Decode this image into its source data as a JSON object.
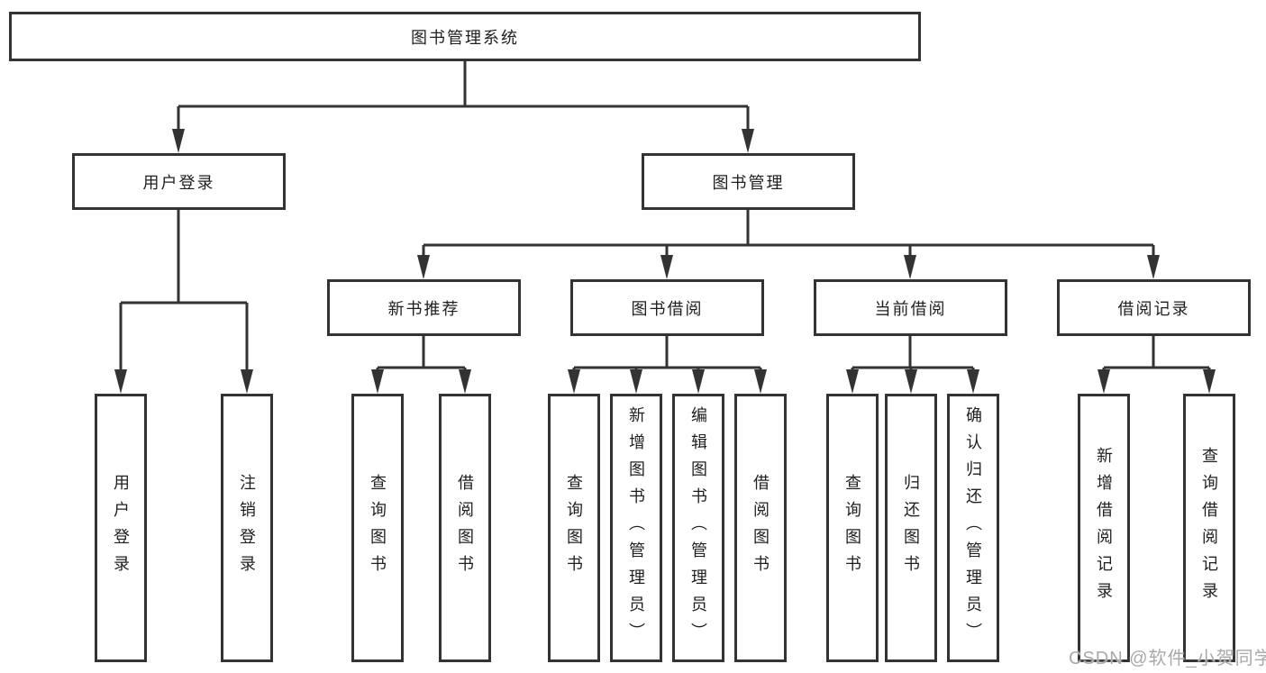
{
  "diagram": {
    "title": "图书管理系统",
    "root": {
      "label": "图书管理系统"
    },
    "level2": [
      {
        "label": "用户登录"
      },
      {
        "label": "图书管理"
      }
    ],
    "level3": [
      {
        "label": "新书推荐"
      },
      {
        "label": "图书借阅"
      },
      {
        "label": "当前借阅"
      },
      {
        "label": "借阅记录"
      }
    ],
    "leaves": {
      "user_login": [
        "用户登录",
        "注销登录"
      ],
      "new_book": [
        "查询图书",
        "借阅图书"
      ],
      "book_borrow": [
        "查询图书",
        "新增图书（管理员）",
        "编辑图书（管理员）",
        "借阅图书"
      ],
      "current_borrow": [
        "查询图书",
        "归还图书",
        "确认归还（管理员）"
      ],
      "records": [
        "新增借阅记录",
        "查询借阅记录"
      ]
    }
  },
  "watermark": {
    "text": "CSDN @软件_小贺同学"
  },
  "colors": {
    "bg": "#ffffff",
    "line": "#333333",
    "ink": "#1f1f1f",
    "watermark": "#a9a9a9"
  }
}
